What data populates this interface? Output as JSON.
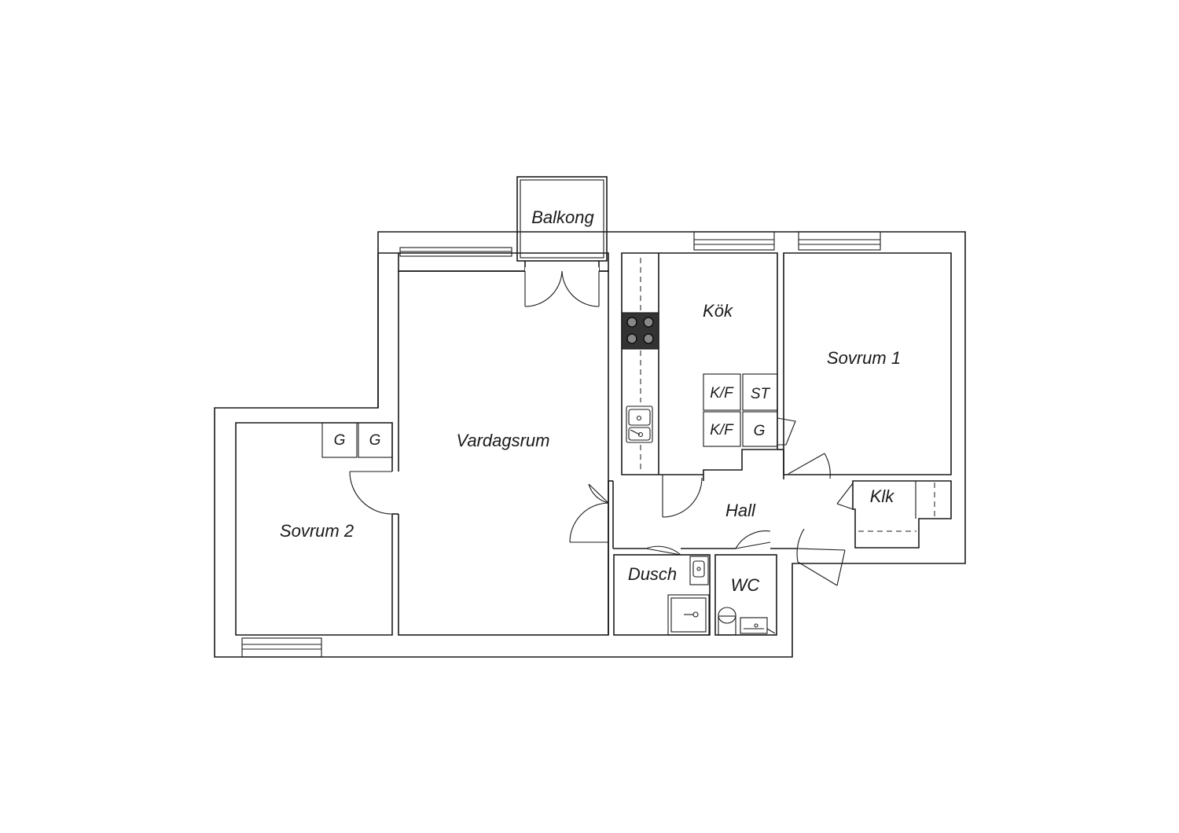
{
  "rooms": {
    "balkong": "Balkong",
    "kok": "Kök",
    "sovrum1": "Sovrum 1",
    "vardagsrum": "Vardagsrum",
    "sovrum2": "Sovrum 2",
    "hall": "Hall",
    "klk": "Klk",
    "dusch": "Dusch",
    "wc": "WC"
  },
  "appliances": {
    "kf_upper": "K/F",
    "st": "ST",
    "kf_lower": "K/F",
    "g_kitchen": "G",
    "g_bedroom_left": "G",
    "g_bedroom_right": "G"
  }
}
